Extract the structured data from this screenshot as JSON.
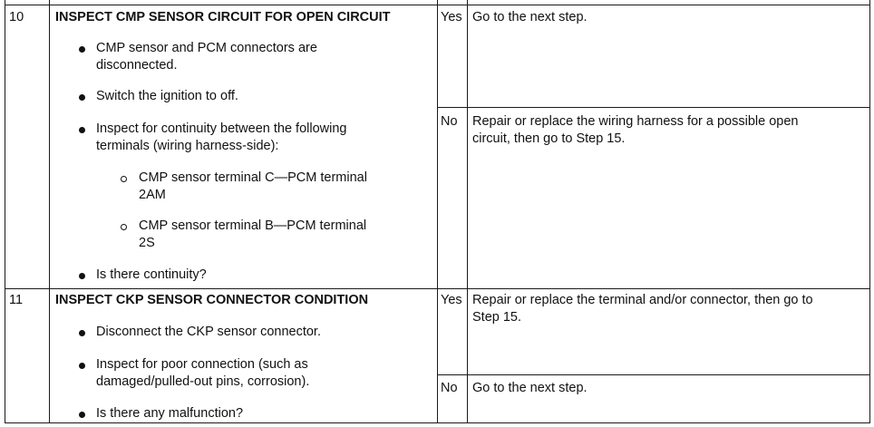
{
  "steps": [
    {
      "number": "10",
      "title": "INSPECT CMP SENSOR CIRCUIT FOR OPEN CIRCUIT",
      "bullets": [
        {
          "text": "CMP sensor and PCM connectors are\ndisconnected."
        },
        {
          "text": "Switch the ignition to off."
        },
        {
          "text": "Inspect for continuity between the following\nterminals (wiring harness-side):"
        },
        {
          "text": "Is there continuity?"
        }
      ],
      "sub_bullets": [
        {
          "text": "CMP sensor terminal C—PCM terminal\n2AM"
        },
        {
          "text": "CMP sensor terminal B—PCM terminal\n2S"
        }
      ],
      "results": [
        {
          "answer": "Yes",
          "action": "Go to the next step."
        },
        {
          "answer": "No",
          "action": "Repair or replace the wiring harness for a possible open\ncircuit, then go to Step 15."
        }
      ]
    },
    {
      "number": "11",
      "title": "INSPECT CKP SENSOR CONNECTOR CONDITION",
      "bullets": [
        {
          "text": "Disconnect the CKP sensor connector."
        },
        {
          "text": "Inspect for poor connection (such as\ndamaged/pulled-out pins, corrosion)."
        },
        {
          "text": "Is there any malfunction?"
        }
      ],
      "results": [
        {
          "answer": "Yes",
          "action": "Repair or replace the terminal and/or connector, then go to\nStep 15."
        },
        {
          "answer": "No",
          "action": "Go to the next step."
        }
      ]
    }
  ]
}
